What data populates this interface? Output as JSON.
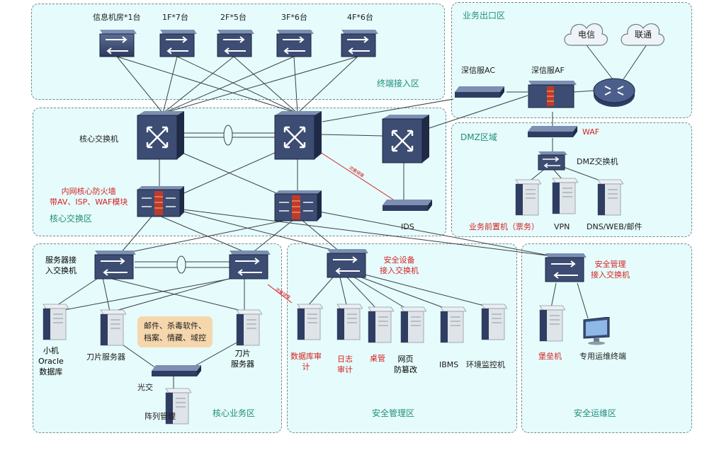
{
  "zones": {
    "terminal_access": "终端接入区",
    "business_exit": "业务出口区",
    "dmz": "DMZ区域",
    "core_switch": "核心交换区",
    "core_business": "核心业务区",
    "security_mgmt": "安全管理区",
    "security_ops": "安全运维区"
  },
  "access_switches": [
    "信息机房*1台",
    "1F*7台",
    "2F*5台",
    "3F*6台",
    "4F*6台"
  ],
  "isp": {
    "telecom": "电信",
    "unicom": "联通"
  },
  "exit_devices": {
    "ac": "深信服AC",
    "af": "深信服AF"
  },
  "dmz": {
    "waf": "WAF",
    "switch": "DMZ交换机",
    "front_server": "业务前置机（票务）",
    "vpn": "VPN",
    "dns": "DNS/WEB/邮件"
  },
  "core": {
    "switch": "核心交换机",
    "firewall_lines": [
      "内网核心防火墙",
      "带AV、ISP、WAF模块"
    ],
    "ids": "IDS",
    "mirror_note": "流量镜像"
  },
  "business": {
    "server_switch_lines": [
      "服务器接",
      "入交换机"
    ],
    "minicomputer_lines": [
      "小机",
      "Oracle",
      "数据库"
    ],
    "blade_left": "刀片服务器",
    "blade_right_lines": [
      "刀片",
      "服务器"
    ],
    "apps_lines": [
      "邮件、杀毒软件、",
      "档案、情藏、域控"
    ],
    "optical": "光交",
    "array": "阵列管理"
  },
  "secmgmt": {
    "switch_lines": [
      "安全设备",
      "接入交换机"
    ],
    "mirror_note": "流量镜像",
    "db_audit_lines": [
      "数据库审",
      "计"
    ],
    "log_audit_lines": [
      "日志",
      "审计"
    ],
    "desktop": "桌管",
    "web_tamper_lines": [
      "网页",
      "防篡改"
    ],
    "ibms": "IBMS",
    "env_monitor": "环境监控机"
  },
  "secops": {
    "switch_lines": [
      "安全管理",
      "接入交换机"
    ],
    "bastion": "堡垒机",
    "terminal": "专用运维终端"
  }
}
